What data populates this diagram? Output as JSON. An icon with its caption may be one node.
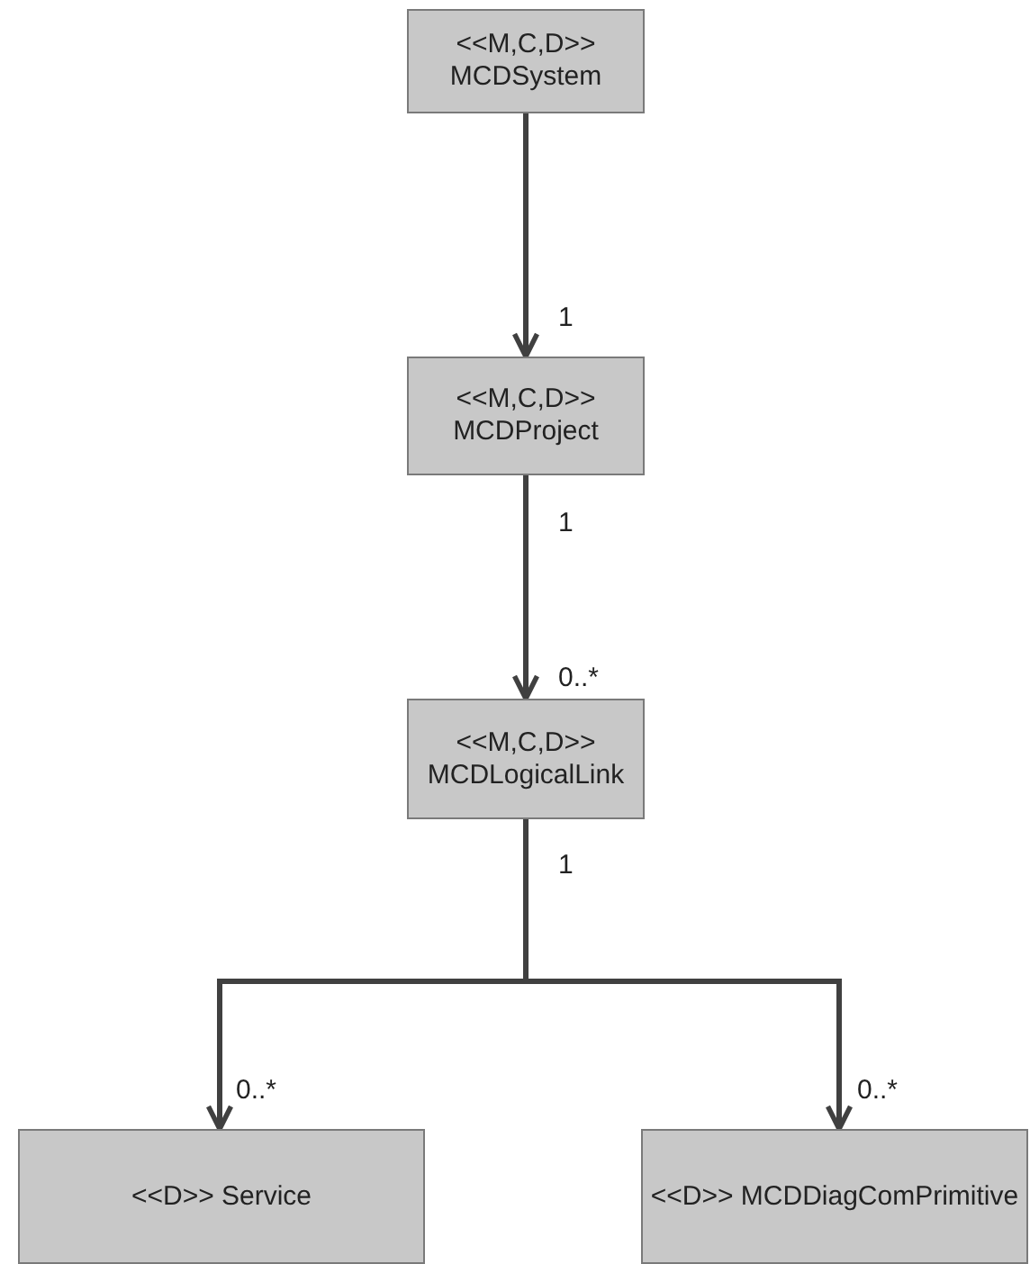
{
  "diagram": {
    "nodes": [
      {
        "text": [
          "<<M,C,D>> MCDSystem"
        ]
      },
      {
        "text": [
          "<<M,C,D>> MCDProject"
        ]
      },
      {
        "text": [
          "<<M,C,D>> MCDLogicalLink"
        ]
      },
      {
        "text": [
          "<<D>> Service"
        ]
      },
      {
        "text": [
          "<<D>> MCDDiagComPrimitive"
        ]
      }
    ],
    "edges": [
      {
        "from": 0,
        "to": 1,
        "arrow": "to"
      },
      {
        "from": 1,
        "to": 2,
        "arrow": "to"
      },
      {
        "from": 2,
        "to": 3,
        "arrow": "to"
      },
      {
        "from": 2,
        "to": 4,
        "arrow": "to"
      }
    ],
    "labels": [
      "1",
      "1",
      "0..*",
      "1",
      "0..*",
      "0..*"
    ]
  }
}
